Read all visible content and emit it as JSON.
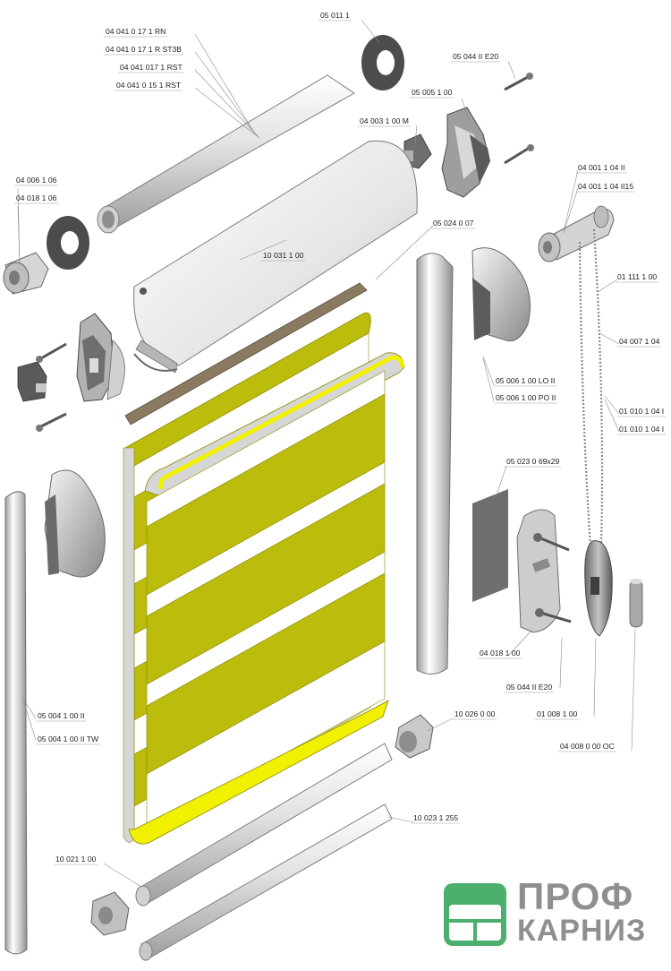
{
  "diagram": {
    "parts": [
      {
        "id": "p01",
        "code": "04 041 0 17 1 RN"
      },
      {
        "id": "p02",
        "code": "04 041 0 17 1 R ST3B"
      },
      {
        "id": "p03",
        "code": "04 041 017 1 RST"
      },
      {
        "id": "p04",
        "code": "04 041 0 15 1 RST"
      },
      {
        "id": "p05",
        "code": "05 011 1"
      },
      {
        "id": "p06",
        "code": "05 044 II E20"
      },
      {
        "id": "p07",
        "code": "05 005 1 00"
      },
      {
        "id": "p08",
        "code": "04 003 1 00 M"
      },
      {
        "id": "p09",
        "code": "04 006 1 06"
      },
      {
        "id": "p10",
        "code": "04 018 1 06"
      },
      {
        "id": "p11",
        "code": "10 031 1 00"
      },
      {
        "id": "p12",
        "code": "05 024 0 07"
      },
      {
        "id": "p13",
        "code": "04 001 1 04 II"
      },
      {
        "id": "p14",
        "code": "04 001 1 04 II15"
      },
      {
        "id": "p15",
        "code": "01 111 1 00"
      },
      {
        "id": "p16",
        "code": "04 007 1 04"
      },
      {
        "id": "p17",
        "code": "05 006 1 00 LO II"
      },
      {
        "id": "p18",
        "code": "05 006 1 00 PO II"
      },
      {
        "id": "p19",
        "code": "01 010 1 04 I"
      },
      {
        "id": "p20",
        "code": "01 010 1 04 I"
      },
      {
        "id": "p21",
        "code": "05 023 0 69x29"
      },
      {
        "id": "p22",
        "code": "04 018 1 00"
      },
      {
        "id": "p23",
        "code": "05 044 II E20"
      },
      {
        "id": "p24",
        "code": "01 008 1 00"
      },
      {
        "id": "p25",
        "code": "05 004 1 00 II"
      },
      {
        "id": "p26",
        "code": "05 004 1 00 II TW"
      },
      {
        "id": "p27",
        "code": "10 026 0 00"
      },
      {
        "id": "p28",
        "code": "04 008 0 00 OC"
      },
      {
        "id": "p29",
        "code": "10 023 1 255"
      },
      {
        "id": "p30",
        "code": "10 021 1 00"
      }
    ]
  },
  "logo": {
    "line1": "ПРОФ",
    "line2": "КАРНИЗ",
    "colors": {
      "green": "#4caf6e",
      "grey": "#8f8f8f"
    }
  },
  "colors": {
    "fabric": "#bcbc0c",
    "fabric_light": "#d6d60c",
    "fabric_edge": "#f0f000",
    "metal": "#e4e4e4",
    "metal_dark": "#9c9c9c",
    "brown_strip": "#8a7a62"
  }
}
